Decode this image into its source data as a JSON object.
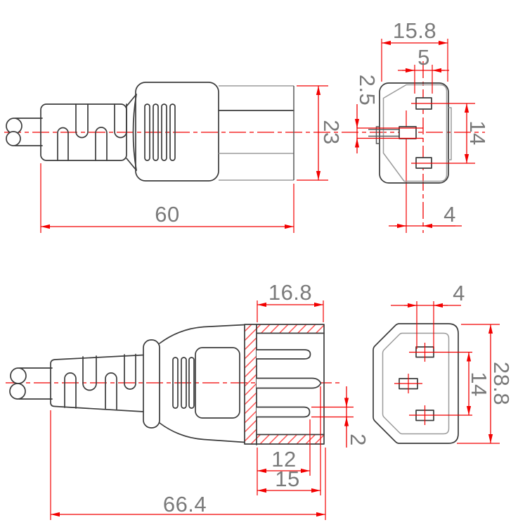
{
  "drawing": {
    "type": "engineering-dimension-drawing",
    "views": [
      "connector-side-view",
      "connector-face-view",
      "plug-side-view",
      "plug-face-view"
    ]
  },
  "dimensions": {
    "top_side_length": "60",
    "top_side_height": "23",
    "top_face_width": "15.8",
    "top_face_hole_width": "5",
    "top_face_earth_hole_height": "2.5",
    "top_face_hole_span": "14",
    "top_face_earth_offset": "4",
    "bottom_side_length": "66.4",
    "bottom_side_shroud_depth": "16.8",
    "bottom_side_pin_length": "12",
    "bottom_side_earth_pin_length": "15",
    "bottom_side_pin_thickness": "2",
    "bottom_face_pin_width": "4",
    "bottom_face_pin_span": "14",
    "bottom_face_height": "28.8"
  },
  "colors": {
    "geometry": "#3c3c3c",
    "geometry_light": "#9b9b9b",
    "dimension_line": "#f20000",
    "dimension_text": "#7a7a7a",
    "hatch": "#ff5050",
    "background": "#ffffff"
  }
}
